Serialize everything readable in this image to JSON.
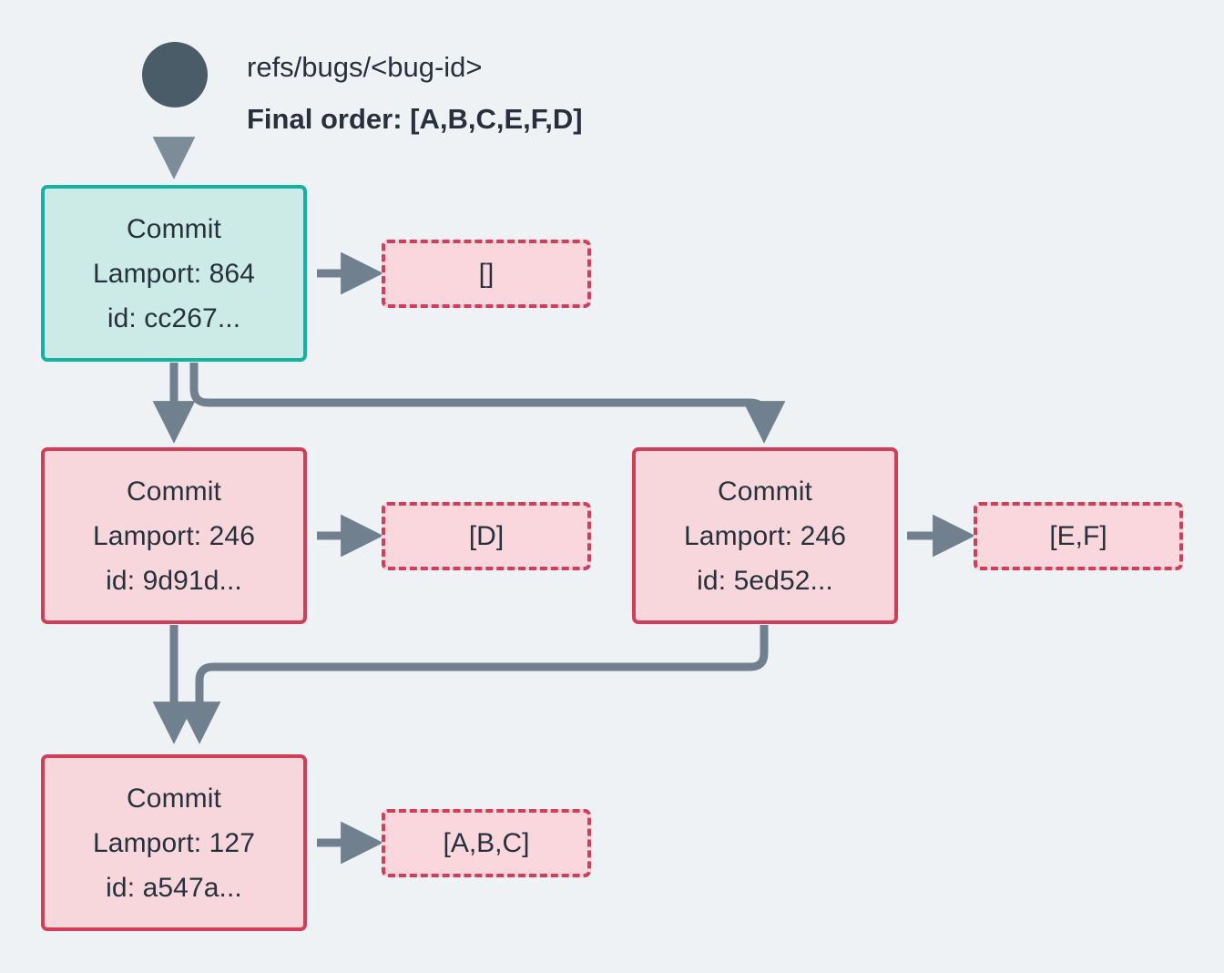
{
  "diagram": {
    "title_ref": "refs/bugs/<bug-id>",
    "final_order": "Final order: [A,B,C,E,F,D]",
    "background_color": "#eef2f5",
    "root_dot_color": "#4b5c69",
    "edge_color": "#71808f",
    "text_color": "#27313d",
    "green_border": "#13b3a1",
    "green_fill": "#cceae6",
    "red_border": "#d43d57",
    "red_fill": "#f7d6dc",
    "ops_fill": "#f9d7dd"
  },
  "nodes": {
    "cc267": {
      "title": "Commit",
      "lamport": "Lamport: 864",
      "id": "id: cc267..."
    },
    "9d91d": {
      "title": "Commit",
      "lamport": "Lamport: 246",
      "id": "id: 9d91d..."
    },
    "5ed52": {
      "title": "Commit",
      "lamport": "Lamport: 246",
      "id": "id: 5ed52..."
    },
    "a547a": {
      "title": "Commit",
      "lamport": "Lamport: 127",
      "id": "id: a547a..."
    }
  },
  "ops": {
    "cc267_ops": "[]",
    "9d91d_ops": "[D]",
    "5ed52_ops": "[E,F]",
    "a547a_ops": "[A,B,C]"
  }
}
